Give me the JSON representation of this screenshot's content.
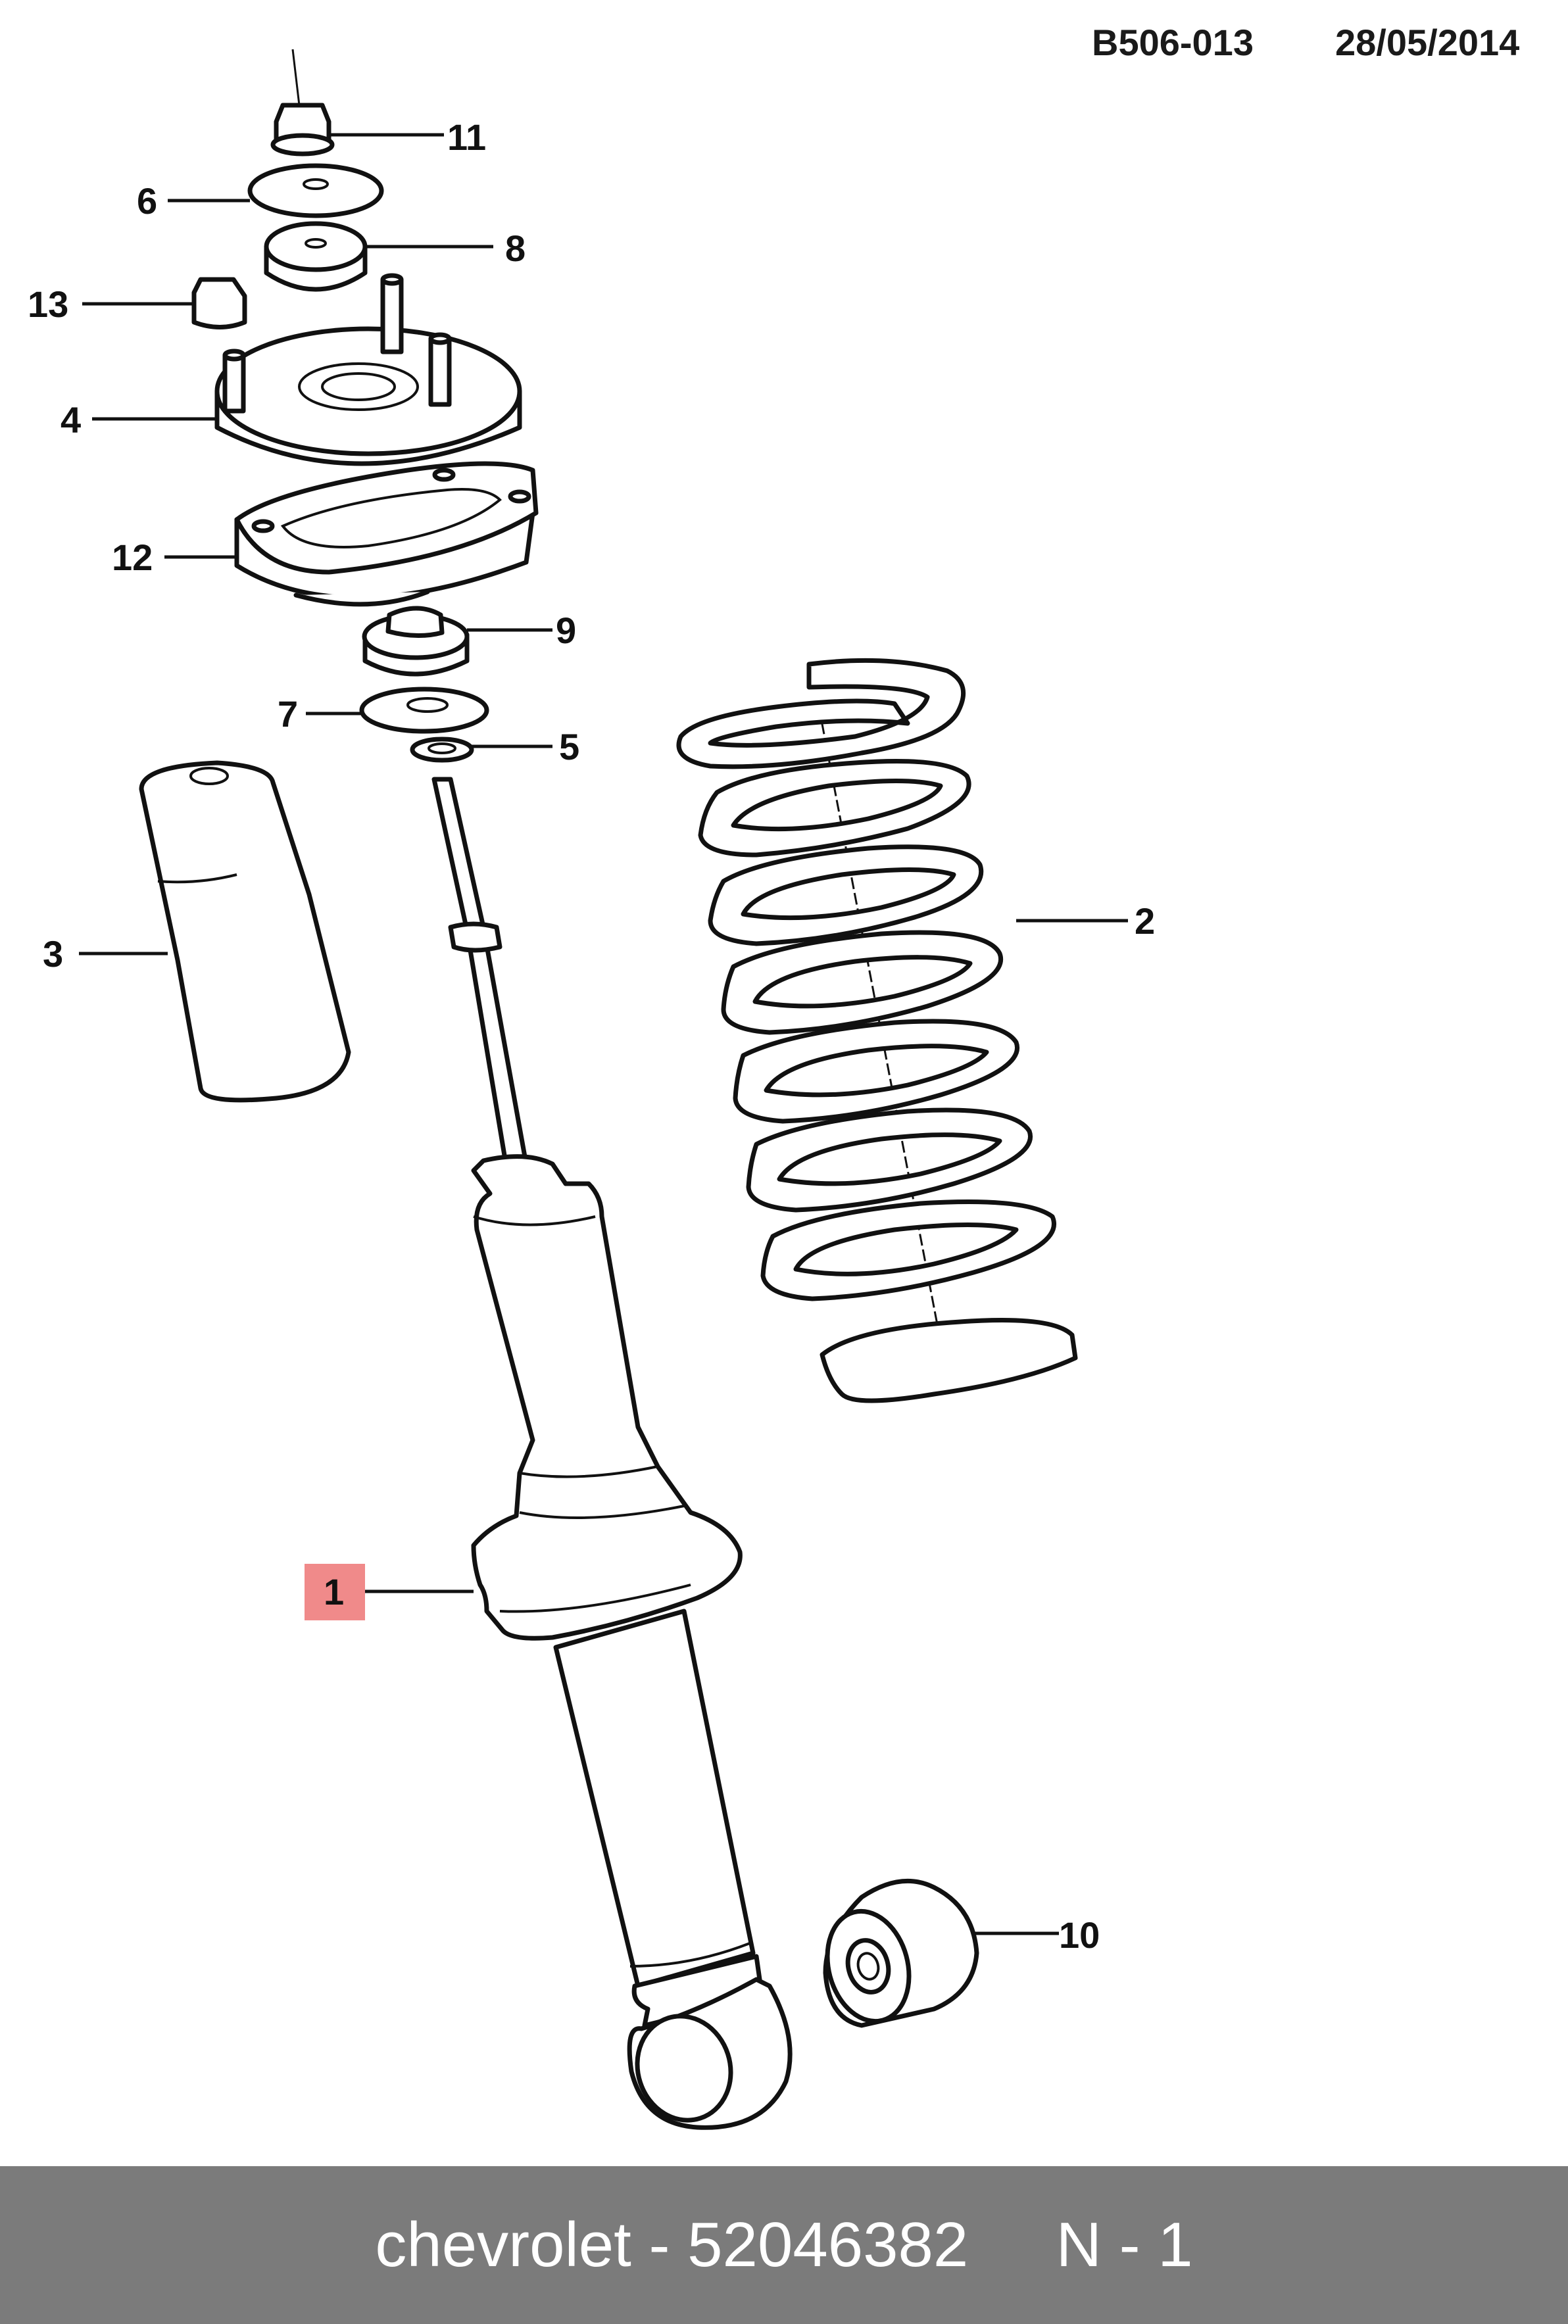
{
  "header": {
    "diagram_code": "B506-013",
    "date": "28/05/2014"
  },
  "callouts": {
    "c1": "1",
    "c2": "2",
    "c3": "3",
    "c4": "4",
    "c5": "5",
    "c6": "6",
    "c7": "7",
    "c8": "8",
    "c9": "9",
    "c10": "10",
    "c11": "11",
    "c12": "12",
    "c13": "13"
  },
  "highlight": {
    "part": "1",
    "color": "#f08a8a"
  },
  "footer": {
    "caption": "chevrolet - 52046382     N - 1",
    "bar_color": "#7b7b7b"
  }
}
